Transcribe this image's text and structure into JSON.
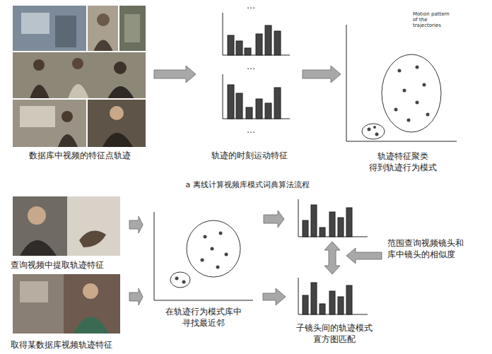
{
  "diagram": {
    "nodes": [
      {
        "text": [
          "数据库中视频的特征点轨迹"
        ]
      },
      {
        "text": [
          "轨迹的时刻运动特征"
        ]
      },
      {
        "text": [
          "轨迹特征聚类 得到轨迹行为模式"
        ]
      },
      {
        "text": [
          "查询视频中提取轨迹特征"
        ]
      },
      {
        "text": [
          "取得某数据库视频轨迹特征"
        ]
      },
      {
        "text": [
          "在轨迹行为模式库中 寻找最近邻"
        ]
      },
      {
        "text": [
          "子镜头间的轨迹模式 直方图匹配"
        ]
      }
    ],
    "edges": [
      {
        "from": 0,
        "to": 1,
        "arrow": "to"
      },
      {
        "from": 1,
        "to": 2,
        "arrow": "to"
      },
      {
        "from": 3,
        "to": 5,
        "arrow": "to"
      },
      {
        "from": 4,
        "to": 5,
        "arrow": "to"
      },
      {
        "from": 5,
        "to": 6,
        "arrow": "to"
      }
    ],
    "labels": [
      "…",
      "…",
      "…",
      "Motion pattern of the trajectories",
      "a 离线计算视频库模式词典算法流程",
      "范围查询视频镜头和 库中镜头的相似度"
    ]
  }
}
